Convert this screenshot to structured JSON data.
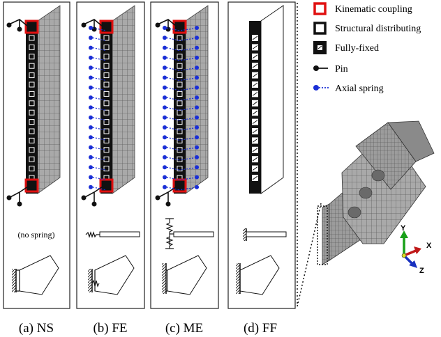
{
  "legend": {
    "items": [
      {
        "key": "kinematic",
        "label": "Kinematic coupling"
      },
      {
        "key": "structural",
        "label": "Structural distributing"
      },
      {
        "key": "fixed",
        "label": "Fully-fixed"
      },
      {
        "key": "pin",
        "label": "Pin"
      },
      {
        "key": "spring",
        "label": "Axial spring"
      }
    ]
  },
  "panels": [
    {
      "id": "ns",
      "caption": "(a) NS",
      "note": "(no spring)"
    },
    {
      "id": "fe",
      "caption": "(b) FE",
      "note": ""
    },
    {
      "id": "me",
      "caption": "(c) ME",
      "note": ""
    },
    {
      "id": "ff",
      "caption": "(d) FF",
      "note": ""
    }
  ],
  "axes": {
    "x": "X",
    "y": "Y",
    "z": "Z"
  },
  "colors": {
    "kinematic": "#e01010",
    "spring": "#1a2fd6",
    "mesh": "#8a8a8a",
    "axis_x": "#c01818",
    "axis_y": "#18a018",
    "axis_z": "#1830c0"
  }
}
